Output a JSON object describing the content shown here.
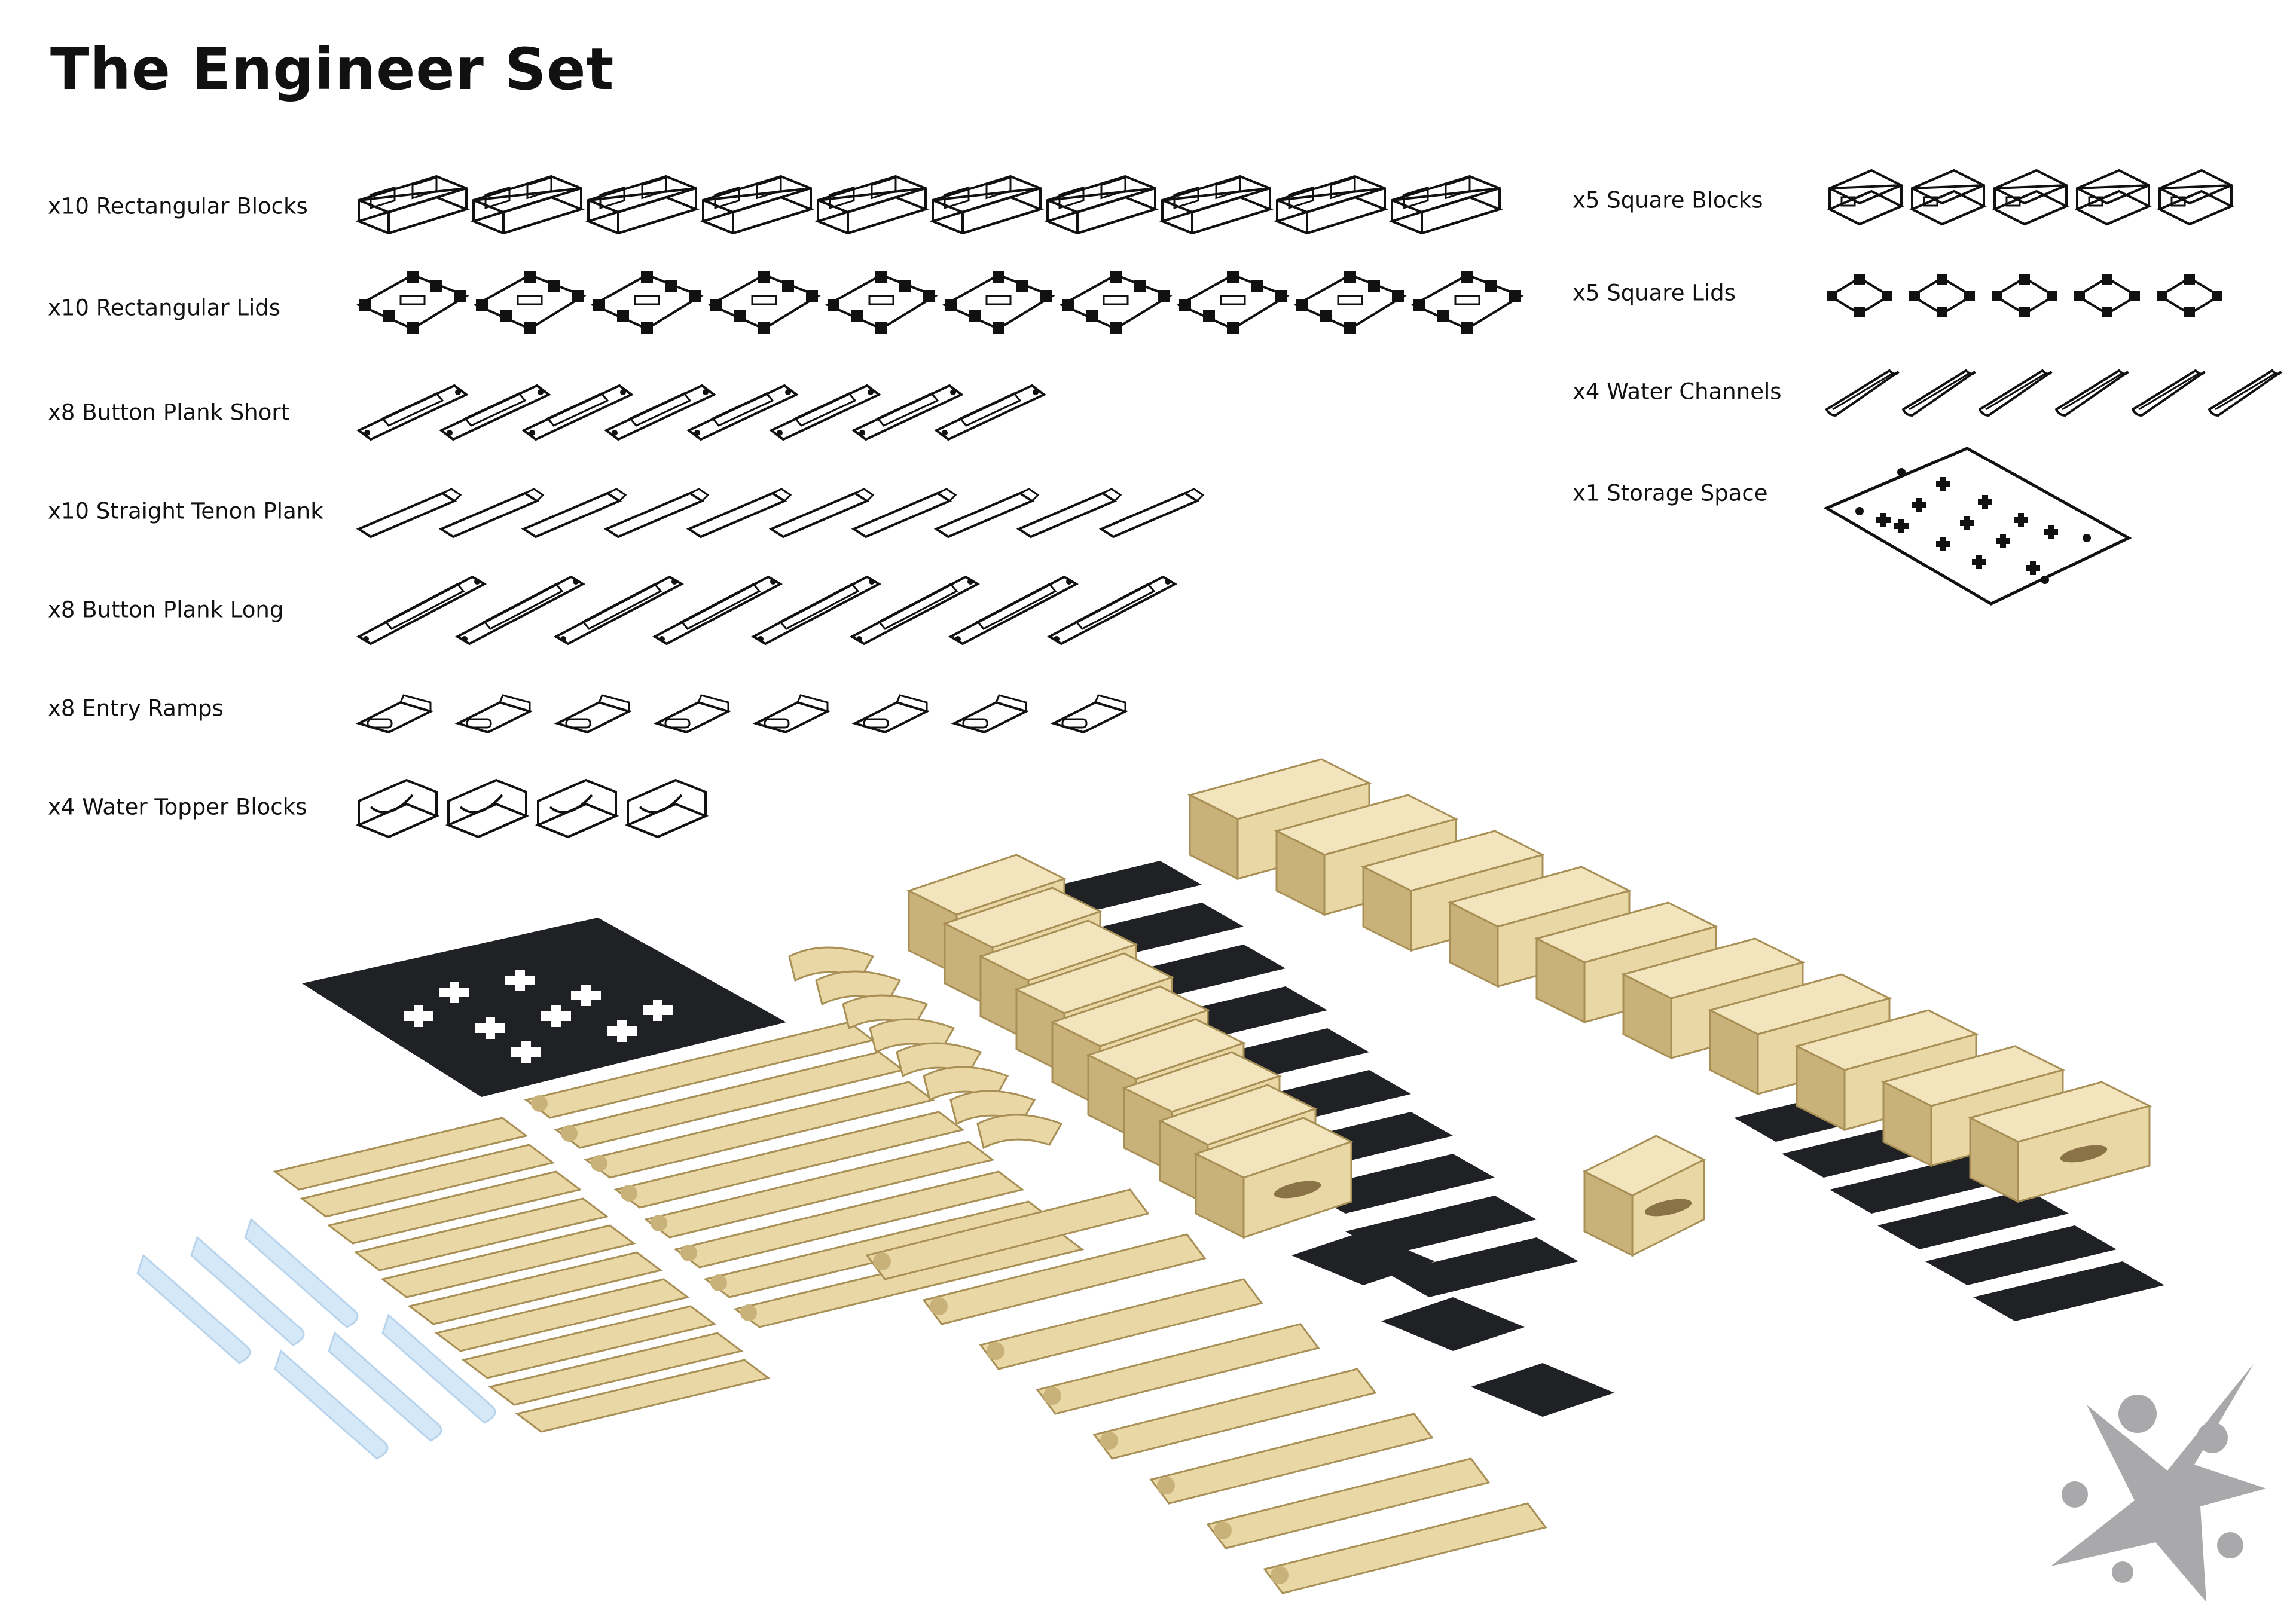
{
  "title": "The Engineer Set",
  "colors": {
    "line": "#111111",
    "wood": "#e9d7a6",
    "wood_dark": "#c9b27a",
    "wood_edge": "#a88f55",
    "black_part": "#1f2124",
    "water": "#d5e8f7",
    "logo": "#a9a9ab"
  },
  "left_inventory": [
    {
      "label": "x10 Rectangular Blocks",
      "count": 10,
      "icon": "rectangular-block-icon"
    },
    {
      "label": "x10 Rectangular Lids",
      "count": 10,
      "icon": "rectangular-lid-icon"
    },
    {
      "label": "x8 Button Plank Short",
      "count": 8,
      "icon": "button-plank-short-icon"
    },
    {
      "label": "x10 Straight Tenon Plank",
      "count": 10,
      "icon": "tenon-plank-icon"
    },
    {
      "label": "x8 Button Plank Long",
      "count": 8,
      "icon": "button-plank-long-icon"
    },
    {
      "label": "x8 Entry Ramps",
      "count": 8,
      "icon": "entry-ramp-icon"
    },
    {
      "label": "x4 Water Topper Blocks",
      "count": 4,
      "icon": "water-topper-block-icon"
    }
  ],
  "right_inventory": [
    {
      "label": "x5 Square Blocks",
      "count": 5,
      "icon": "square-block-icon"
    },
    {
      "label": "x5 Square Lids",
      "count": 5,
      "icon": "square-lid-icon"
    },
    {
      "label": "x4 Water Channels",
      "count": 6,
      "icon": "water-channel-icon"
    },
    {
      "label": "x1 Storage Space",
      "count": 1,
      "icon": "storage-board-icon"
    }
  ]
}
